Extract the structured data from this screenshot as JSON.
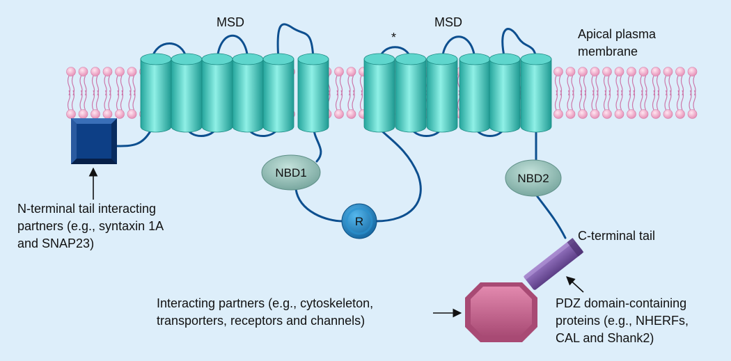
{
  "labels": {
    "msd_left": "MSD",
    "msd_right": "MSD",
    "asterisk": "*",
    "apical_line1": "Apical plasma",
    "apical_line2": "membrane",
    "nbd1": "NBD1",
    "nbd2": "NBD2",
    "r_domain": "R",
    "n_terminal_line1": "N-terminal tail interacting",
    "n_terminal_line2": "partners (e.g., syntaxin 1A",
    "n_terminal_line3": "and SNAP23)",
    "c_terminal": "C-terminal tail",
    "interacting_line1": "Interacting partners (e.g., cytoskeleton,",
    "interacting_line2": "transporters, receptors and channels)",
    "pdz_line1": "PDZ domain-containing",
    "pdz_line2": "proteins (e.g., NHERFs,",
    "pdz_line3": "CAL and Shank2)"
  },
  "colors": {
    "background": "#ddeefa",
    "lipid_head": "#f2a6c8",
    "lipid_tail": "#cc77aa",
    "helix": "#4cc4bc",
    "loop": "#0d4f8f",
    "nbd": "#8fbab2",
    "r_domain": "#1f86c4",
    "n_terminal_box": "#0d3f86",
    "pdz": "#7a56a6",
    "partner": "#c9628e"
  }
}
